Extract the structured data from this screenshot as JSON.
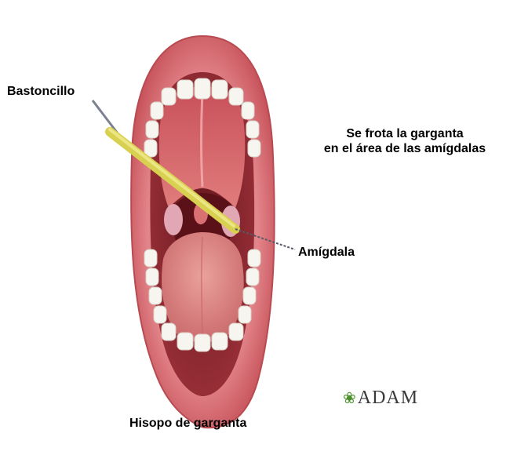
{
  "labels": {
    "swab": "Bastoncillo",
    "rub_line1": "Se frota la garganta",
    "rub_line2": "en el área de las amígdalas",
    "tonsil": "Amígdala",
    "title": "Hisopo de garganta"
  },
  "logo": {
    "text": "ADAM",
    "mark": "leaf-icon"
  },
  "colors": {
    "lips": "#d86a70",
    "mouth_interior": "#8e2a32",
    "tongue": "#e08a88",
    "palate": "#d9666a",
    "teeth": "#f7f5f0",
    "swab": "#d8d050",
    "logo_green": "#4a8f2a"
  }
}
